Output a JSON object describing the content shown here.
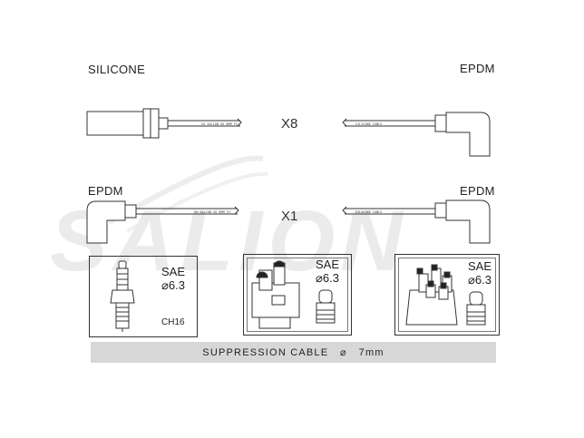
{
  "watermark": {
    "brand": "SALION"
  },
  "top_row": {
    "left_label": "SILICONE",
    "right_label": "EPDM",
    "multiplier": "X8",
    "left_print": "SU SALION SU 8MM FV",
    "right_print": "SILICONE CABLE"
  },
  "middle_row": {
    "left_label": "EPDM",
    "right_label": "EPDM",
    "multiplier": "X1",
    "left_print": "SU SALION SU 8MM FV",
    "right_print": "SILICONE CABLE"
  },
  "terminals": [
    {
      "standard": "SAE",
      "size": "⌀6.3",
      "code": "CH16"
    },
    {
      "standard": "SAE",
      "size": "⌀6.3",
      "code": ""
    },
    {
      "standard": "SAE",
      "size": "⌀6.3",
      "code": ""
    }
  ],
  "spec": {
    "text": "SUPPRESSION CABLE   ⌀   7mm"
  },
  "colors": {
    "line": "#333333",
    "bar": "#d7d7d7",
    "watermark": "#ececec"
  }
}
